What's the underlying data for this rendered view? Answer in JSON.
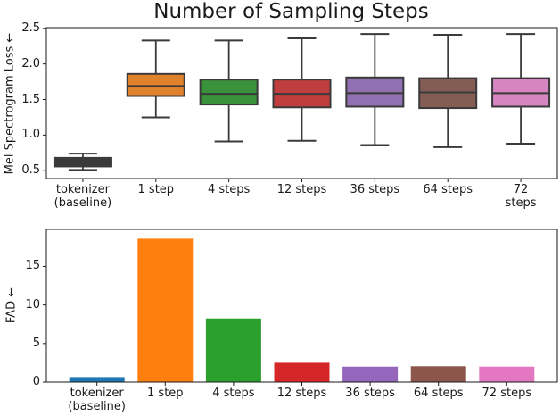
{
  "title": "Number of Sampling Steps",
  "text_color": "#1a1a1a",
  "chart_data": [
    {
      "type": "box",
      "title": "Number of Sampling Steps",
      "xlabel": "",
      "ylabel": "Mel Spectrogram Loss ←",
      "categories": [
        "tokenizer\n(baseline)",
        "1 step",
        "4 steps",
        "12 steps",
        "36 steps",
        "64 steps",
        "72 steps"
      ],
      "yticks": [
        0.5,
        1.0,
        1.5,
        2.0,
        2.5
      ],
      "ytick_labels": [
        "0.5",
        "1.0",
        "1.5",
        "2.0",
        "2.5"
      ],
      "ylim": [
        0.39,
        2.51
      ],
      "grid": false,
      "legend": "none",
      "box_edge_color": "#3a3a3a",
      "series": [
        {
          "name": "tokenizer (baseline)",
          "whislo": 0.51,
          "q1": 0.56,
          "med": 0.62,
          "q3": 0.68,
          "whishi": 0.74,
          "color": "#3a3a3a"
        },
        {
          "name": "1 step",
          "whislo": 1.25,
          "q1": 1.55,
          "med": 1.69,
          "q3": 1.86,
          "whishi": 2.33,
          "color": "#e0812c"
        },
        {
          "name": "4 steps",
          "whislo": 0.91,
          "q1": 1.43,
          "med": 1.58,
          "q3": 1.78,
          "whishi": 2.33,
          "color": "#3a923a"
        },
        {
          "name": "12 steps",
          "whislo": 0.92,
          "q1": 1.39,
          "med": 1.58,
          "q3": 1.78,
          "whishi": 2.36,
          "color": "#c13e3e"
        },
        {
          "name": "36 steps",
          "whislo": 0.86,
          "q1": 1.4,
          "med": 1.59,
          "q3": 1.81,
          "whishi": 2.42,
          "color": "#9171b2"
        },
        {
          "name": "64 steps",
          "whislo": 0.83,
          "q1": 1.38,
          "med": 1.6,
          "q3": 1.8,
          "whishi": 2.41,
          "color": "#835d54"
        },
        {
          "name": "72 steps",
          "whislo": 0.88,
          "q1": 1.4,
          "med": 1.59,
          "q3": 1.8,
          "whishi": 2.42,
          "color": "#d685c1"
        }
      ]
    },
    {
      "type": "bar",
      "title": "",
      "xlabel": "",
      "ylabel": "FAD ←",
      "categories": [
        "tokenizer\n(baseline)",
        "1 step",
        "4 steps",
        "12 steps",
        "36 steps",
        "64 steps",
        "72 steps"
      ],
      "yticks": [
        0,
        5,
        10,
        15
      ],
      "ytick_labels": [
        "0",
        "5",
        "10",
        "15"
      ],
      "ylim": [
        0,
        19.8
      ],
      "grid": false,
      "legend": "none",
      "values": [
        0.65,
        18.6,
        8.25,
        2.5,
        2.0,
        2.05,
        2.0
      ],
      "colors": [
        "#1f77b4",
        "#ff7f0e",
        "#2ca02c",
        "#d62728",
        "#9467bd",
        "#8c564b",
        "#e377c2"
      ]
    }
  ]
}
